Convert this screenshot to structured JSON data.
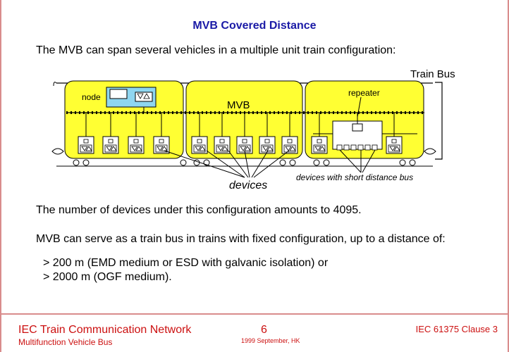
{
  "title": "MVB Covered Distance",
  "intro": "The MVB can span several vehicles in a multiple unit train configuration:",
  "diagram": {
    "train_bus_label": "Train Bus",
    "node_label": "node",
    "mvb_label": "MVB",
    "repeater_label": "repeater",
    "devices_label": "devices",
    "short_bus_label": "devices with short distance bus",
    "car_color": "#ffff33",
    "node_color": "#8fd6f0"
  },
  "count_text": "The number of devices under this configuration amounts to 4095.",
  "serve_text": "MVB can serve as a train bus in trains with fixed configuration, up to a distance of:",
  "distances": [
    "> 200 m (EMD medium or ESD with galvanic isolation) or",
    "> 2000 m (OGF medium)."
  ],
  "footer": {
    "org": "IEC Train Communication Network",
    "subtitle": "Multifunction Vehicle Bus",
    "page": "6",
    "date": "1999 September, HK",
    "clause": "IEC 61375 Clause 3"
  }
}
